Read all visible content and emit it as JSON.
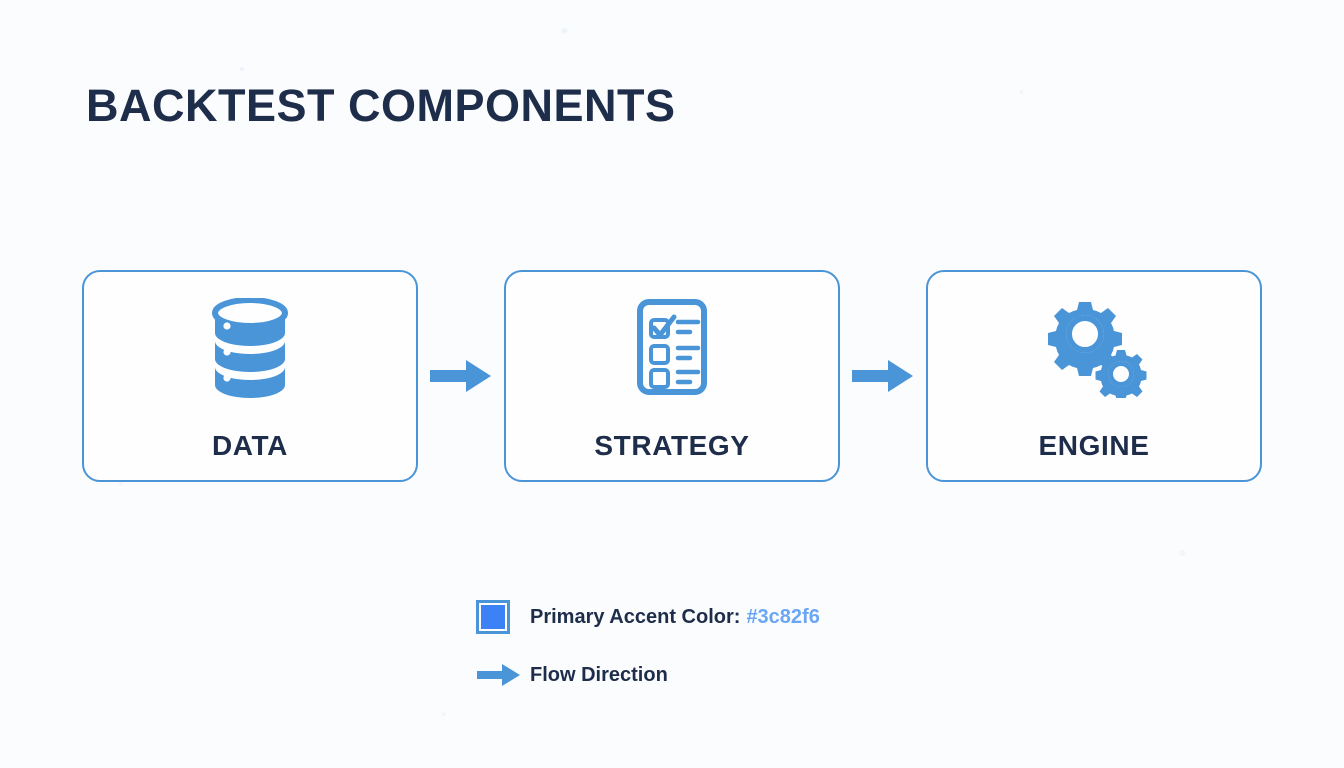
{
  "title": "BACKTEST COMPONENTS",
  "colors": {
    "accent": "#3c82f6",
    "card_border": "#4a95d8",
    "icon_blue": "#4a95d8",
    "title_navy": "#1e2d4a",
    "hex_label": "#6aa6f5",
    "background": "#fbfcfd"
  },
  "flow": {
    "cards": [
      {
        "label": "DATA",
        "icon": "database-icon"
      },
      {
        "label": "STRATEGY",
        "icon": "checklist-icon"
      },
      {
        "label": "ENGINE",
        "icon": "gears-icon"
      }
    ],
    "connectors": [
      {
        "icon": "arrow-right-icon"
      },
      {
        "icon": "arrow-right-icon"
      }
    ]
  },
  "legend": {
    "items": [
      {
        "marker": "color-swatch",
        "label": "Primary Accent Color:",
        "value": "#3c82f6"
      },
      {
        "marker": "arrow-right-icon",
        "label": "Flow Direction",
        "value": ""
      }
    ]
  }
}
